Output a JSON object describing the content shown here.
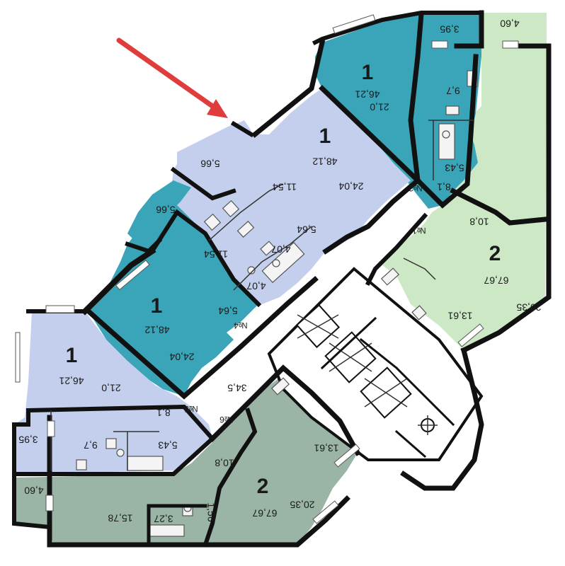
{
  "colors": {
    "studio_light": "#c3cfec",
    "studio_teal": "#3aa5b8",
    "two_room_green": "#cce8c5",
    "two_room_grey": "#9ab5a6",
    "common": "#ffffff",
    "wall": "#111111",
    "arrow": "#e03c3c"
  },
  "arrow": {
    "icon": "red-arrow"
  },
  "apartments": [
    {
      "id": "a_top_right_1",
      "rooms": "1",
      "area": "46,21",
      "living": "21,0",
      "kitchen": "9,7",
      "bath": "5,43",
      "hall": "8,1",
      "balcony": "3,95",
      "number": "№2"
    },
    {
      "id": "a_center_1",
      "rooms": "1",
      "area": "48,12",
      "living": "24,04",
      "kitchen": "11,54",
      "loggia": "5,66",
      "hall": "5,64",
      "bath": "4,07"
    },
    {
      "id": "a_mid_1",
      "rooms": "1",
      "area": "48,12",
      "living": "24,04",
      "kitchen": "11,54",
      "loggia": "5,66",
      "hall": "5,64",
      "bath": "4,07",
      "number": "№4"
    },
    {
      "id": "a_left_1",
      "rooms": "1",
      "area": "46,21",
      "living": "21,0",
      "kitchen": "9,7",
      "bath": "5,43",
      "hall": "8,1",
      "balcony": "3,95",
      "number": "№5"
    },
    {
      "id": "a_right_2",
      "rooms": "2",
      "area": "67,67",
      "living": "20,35",
      "kitchen": "13,61",
      "hall": "10,8",
      "balcony": "4,60",
      "number": "№1"
    },
    {
      "id": "a_bottom_2",
      "rooms": "2",
      "area": "67,67",
      "living": "20,35",
      "bedroom": "15,78",
      "kitchen": "13,61",
      "hall": "10,8",
      "bath": "3,27",
      "wc": "1,56",
      "balcony": "4,60",
      "number": "№6"
    }
  ],
  "corridor": {
    "area": "34,5"
  }
}
